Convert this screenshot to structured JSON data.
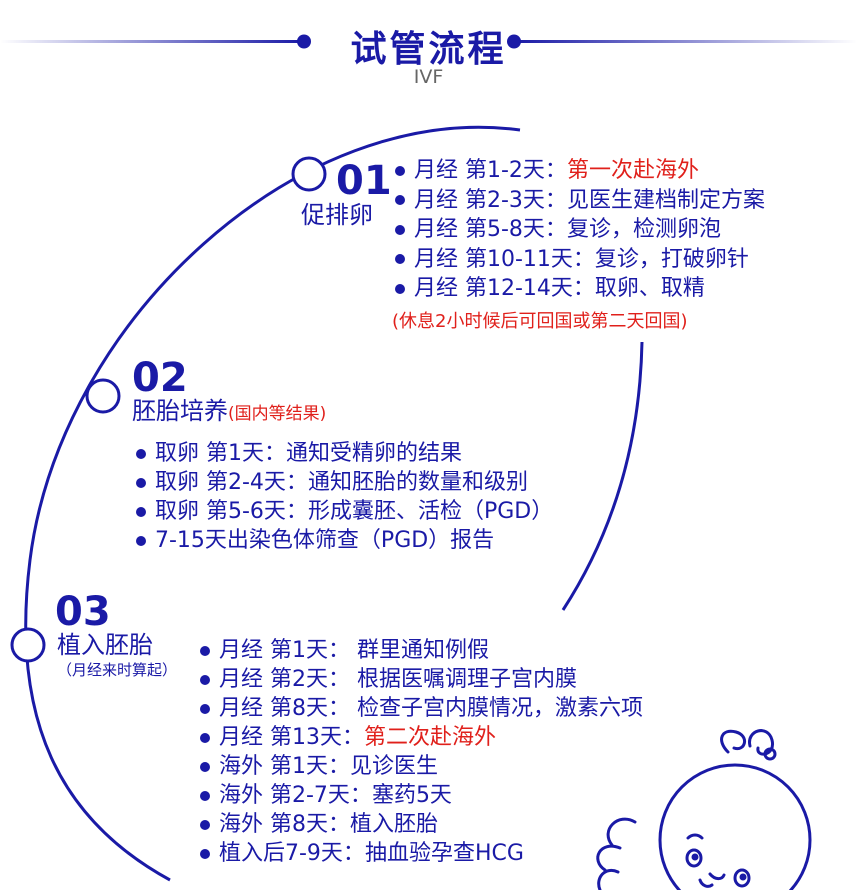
{
  "header": {
    "title": "试管流程",
    "subtitle": "IVF"
  },
  "colors": {
    "primary": "#1a1aa6",
    "accent_red": "#e0201b",
    "subtitle_gray": "#666666"
  },
  "steps": [
    {
      "number": "01",
      "title": "促排卵",
      "items": [
        {
          "label": "月经 第1-2天：",
          "value": "第一次赴海外",
          "highlight": true
        },
        {
          "label": "月经 第2-3天：",
          "value": "见医生建档制定方案",
          "highlight": false
        },
        {
          "label": "月经 第5-8天：",
          "value": "复诊，检测卵泡",
          "highlight": false
        },
        {
          "label": "月经 第10-11天：",
          "value": "复诊，打破卵针",
          "highlight": false
        },
        {
          "label": "月经 第12-14天：",
          "value": "取卵、取精",
          "highlight": false
        }
      ],
      "footnote": "(休息2小时候后可回国或第二天回国)"
    },
    {
      "number": "02",
      "title": "胚胎培养",
      "note": "(国内等结果)",
      "items": [
        {
          "label": "取卵 第1天：",
          "value": "通知受精卵的结果"
        },
        {
          "label": "取卵 第2-4天：",
          "value": "通知胚胎的数量和级别"
        },
        {
          "label": "取卵 第5-6天：",
          "value": "形成囊胚、活检（PGD）"
        },
        {
          "label": "",
          "value": "7-15天出染色体筛查（PGD）报告"
        }
      ]
    },
    {
      "number": "03",
      "title": "植入胚胎",
      "subtitle": "（月经来时算起）",
      "items": [
        {
          "label": "月经 第1天：",
          "value": " 群里通知例假",
          "highlight": false
        },
        {
          "label": "月经 第2天：",
          "value": " 根据医嘱调理子宫内膜",
          "highlight": false
        },
        {
          "label": "月经 第8天：",
          "value": " 检查子宫内膜情况，激素六项",
          "highlight": false
        },
        {
          "label": "月经 第13天：",
          "value": "第二次赴海外",
          "highlight": true
        },
        {
          "label": "海外 第1天：",
          "value": "见诊医生",
          "highlight": false
        },
        {
          "label": "海外 第2-7天：",
          "value": "塞药5天",
          "highlight": false
        },
        {
          "label": "海外 第8天：",
          "value": "植入胚胎",
          "highlight": false
        },
        {
          "label": "植入后7-9天：",
          "value": "抽血验孕查HCG",
          "highlight": false
        }
      ]
    }
  ],
  "decoration": {
    "illustration": "baby-illustration-icon"
  }
}
